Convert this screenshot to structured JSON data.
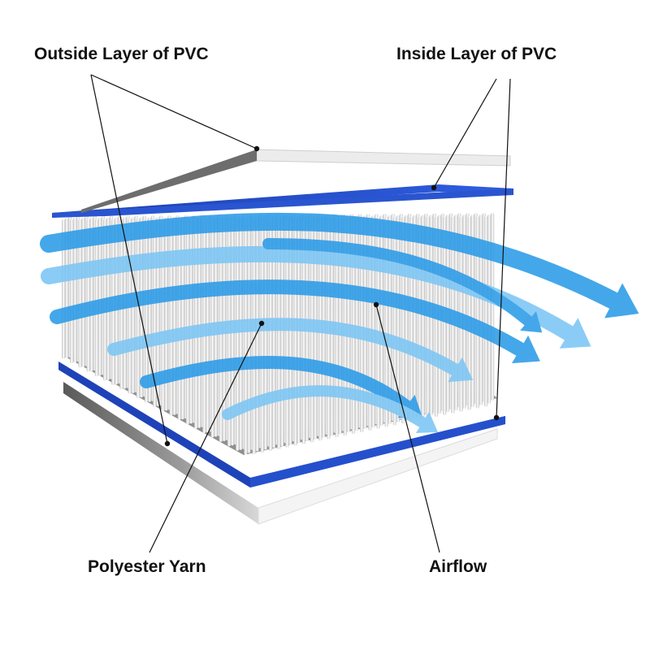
{
  "labels": {
    "outside_pvc": "Outside Layer of PVC",
    "inside_pvc": "Inside Layer of PVC",
    "polyester_yarn": "Polyester Yarn",
    "airflow": "Airflow"
  },
  "colors": {
    "pvc_outer": "#d9d9d9",
    "pvc_outer_shade": "#8a8a8a",
    "pvc_inner": "#2450c8",
    "pvc_inner_shade": "#1a3a9a",
    "yarn": "#eeeeee",
    "airflow": "#2b9be8",
    "airflow_light": "#7cc6f5",
    "leader_line": "#111111"
  }
}
